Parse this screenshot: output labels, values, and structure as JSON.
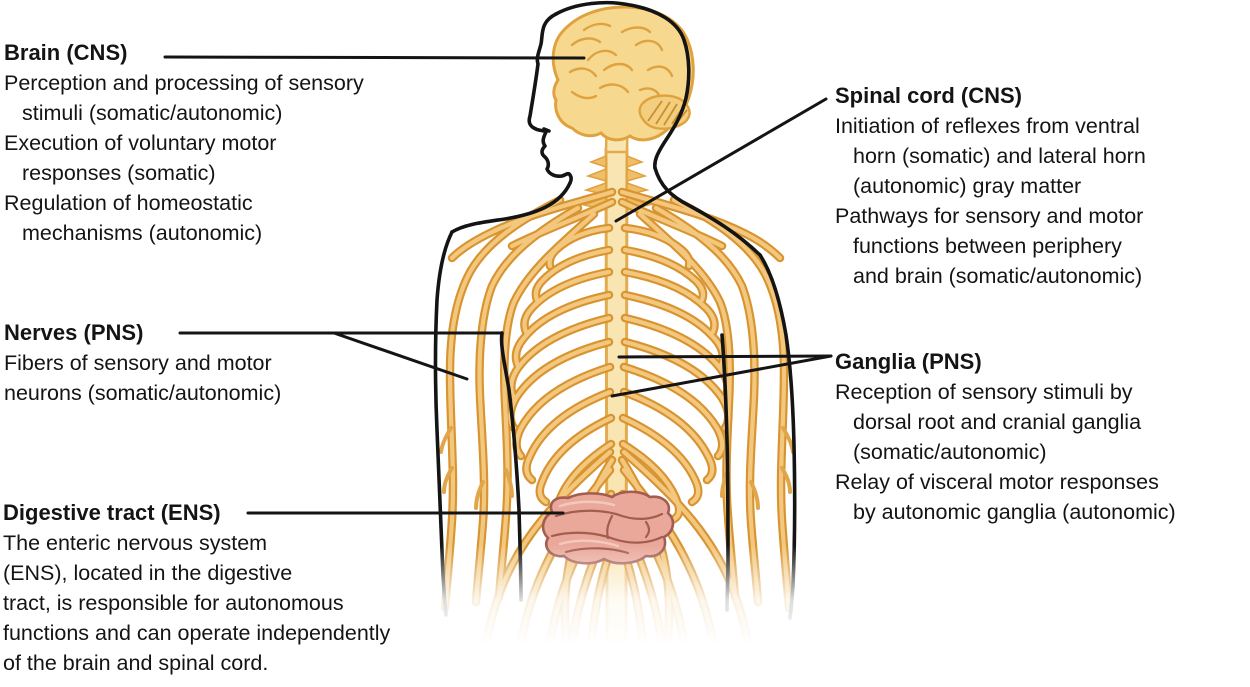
{
  "labels": {
    "brain": {
      "heading": "Brain (CNS)",
      "lines": [
        "Perception and processing of sensory",
        "stimuli (somatic/autonomic)",
        "Execution of voluntary motor",
        "responses (somatic)",
        "Regulation of homeostatic",
        "mechanisms (autonomic)"
      ]
    },
    "nerves": {
      "heading": "Nerves (PNS)",
      "lines": [
        "Fibers of sensory and motor",
        "neurons (somatic/autonomic)"
      ]
    },
    "digestive": {
      "heading": "Digestive tract (ENS)",
      "lines": [
        "The enteric nervous system",
        "(ENS), located in the digestive",
        "tract, is responsible for autonomous",
        "functions and can operate independently",
        "of the brain and spinal cord."
      ]
    },
    "spinal": {
      "heading": "Spinal cord (CNS)",
      "lines": [
        "Initiation of reflexes from ventral",
        "horn (somatic) and lateral horn",
        "(autonomic) gray matter",
        "Pathways for sensory and motor",
        "functions between periphery",
        "and brain (somatic/autonomic)"
      ]
    },
    "ganglia": {
      "heading": "Ganglia (PNS)",
      "lines": [
        "Reception of sensory stimuli by",
        "dorsal root and cranial ganglia",
        "(somatic/autonomic)",
        "Relay of visceral motor responses",
        "by autonomic ganglia (autonomic)"
      ]
    }
  },
  "palette": {
    "nerve_outline": "#D79430",
    "nerve_fill": "#F3C87E",
    "spinal_cord_fill": "#F8E5B2",
    "brain_fill": "#F7D88F",
    "brain_line": "#DFA23E",
    "intestine_fill": "#EAA89B",
    "intestine_outline": "#A35C50",
    "body_outline": "#141414",
    "text": "#141414",
    "background": "#FFFFFF"
  }
}
